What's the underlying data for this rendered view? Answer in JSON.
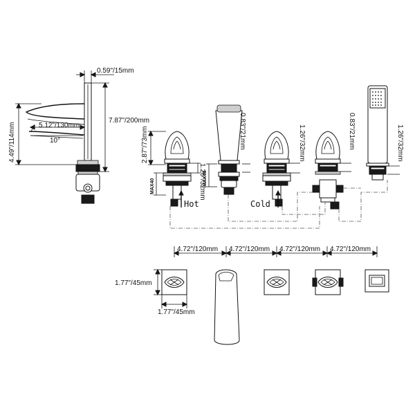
{
  "dimensions": {
    "spout_width": "0.59\"/15mm",
    "spout_height": "7.87\"/200mm",
    "spout_reach": "5.12\"/130mm",
    "spout_angle": "10°",
    "spout_deck": "4.49\"/114mm",
    "handle_height": "2.87\"/73mm",
    "handle_base_1": "1.26\"/32mm",
    "spout_base": "0.83\"/21mm",
    "handle_base_2": "1.26\"/32mm",
    "diverter_base": "0.83\"/21mm",
    "handshower_base": "1.26\"/32mm",
    "max_deck_1": "MAX40",
    "max_deck_2": "MAX40",
    "spacing_1": "4.72\"/120mm",
    "spacing_2": "4.72\"/120mm",
    "spacing_3": "4.72\"/120mm",
    "spacing_4": "4.72\"/120mm",
    "plate_height": "1.77\"/45mm",
    "plate_width": "1.77\"/45mm"
  },
  "labels": {
    "hot": "Hot",
    "cold": "Cold"
  }
}
